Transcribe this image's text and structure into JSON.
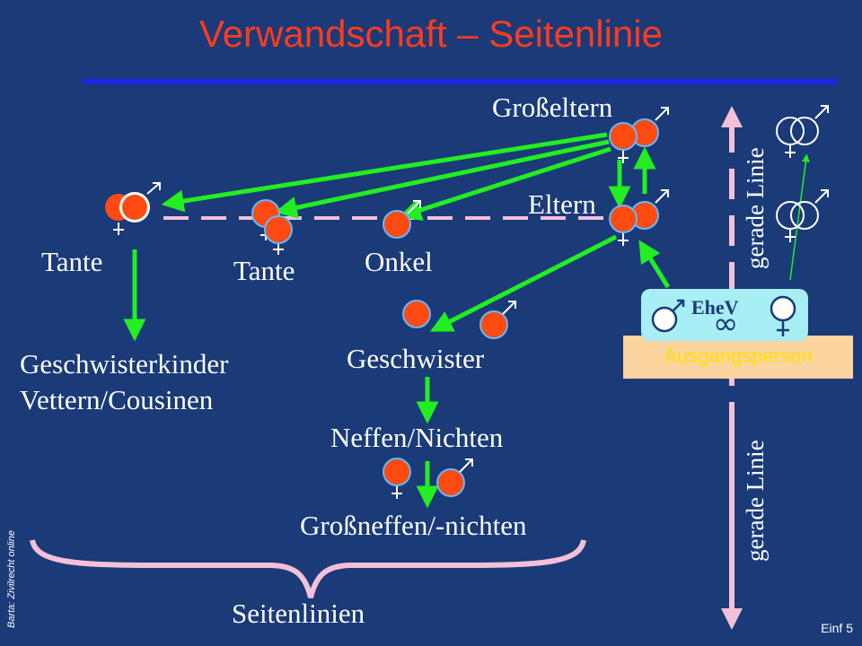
{
  "title": "Verwandschaft – Seitenlinie",
  "labels": {
    "grosseltern": "Großeltern",
    "eltern": "Eltern",
    "tante_left": "Tante",
    "tante_mid": "Tante",
    "onkel": "Onkel",
    "geschwisterkinder": "Geschwisterkinder",
    "vettern": "Vettern/Cousinen",
    "geschwister": "Geschwister",
    "neffen": "Neffen/Nichten",
    "grossneffen": "Großneffen/-nichten",
    "seitenlinien": "Seitenlinien",
    "gerade_linie_top": "gerade Linie",
    "gerade_linie_bottom": "gerade Linie",
    "ehev": "EheV",
    "infinity": "∞",
    "ausgangsperson": "Ausgangsperson"
  },
  "credit": "Barta: Zivilrecht online",
  "slide_number": "Einf 5",
  "colors": {
    "background": "#1a3a78",
    "title": "#ff3b1f",
    "rule": "#1f24e6",
    "arrow": "#22ee22",
    "person": "#ff4a12",
    "axis": "#f3c0d8",
    "ehev_box": "#a8eef5",
    "ausgang_box": "#fcd4a0",
    "ausgang_text": "#ffe000"
  },
  "icons": [
    "female-symbol-icon",
    "male-symbol-icon",
    "person-circle-icon"
  ]
}
